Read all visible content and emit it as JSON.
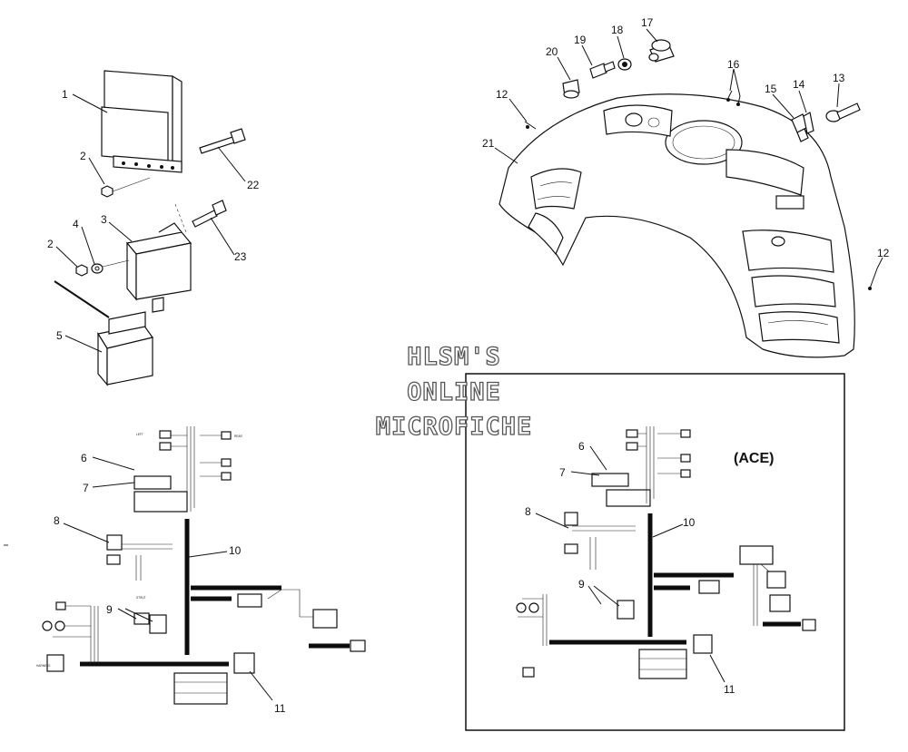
{
  "watermark": {
    "line1": "HLSM'S",
    "line2": "ONLINE",
    "line3": "MICROFICHE"
  },
  "variant_label": "(ACE)",
  "callouts": {
    "c1": "1",
    "c2a": "2",
    "c2b": "2",
    "c3": "3",
    "c4": "4",
    "c5": "5",
    "c22": "22",
    "c23": "23",
    "c12a": "12",
    "c12b": "12",
    "c13": "13",
    "c14": "14",
    "c15": "15",
    "c16": "16",
    "c17": "17",
    "c18": "18",
    "c19": "19",
    "c20": "20",
    "c21": "21",
    "l6": "6",
    "l7": "7",
    "l8": "8",
    "l9": "9",
    "l10": "10",
    "l11": "11",
    "r6": "6",
    "r7": "7",
    "r8": "8",
    "r9": "9",
    "r10": "10",
    "r11": "11"
  },
  "colors": {
    "line": "#111111",
    "harness": "#0d0d0d",
    "background": "#ffffff",
    "watermark_outline": "#555555"
  }
}
